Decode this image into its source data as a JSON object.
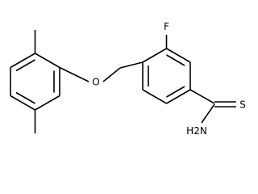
{
  "molecule": {
    "atom_labels": {
      "fluorine": "F",
      "oxygen": "O",
      "sulfur": "S",
      "amine": "H2N"
    }
  },
  "colors": {
    "bond": "#000000",
    "background": "#ffffff"
  }
}
